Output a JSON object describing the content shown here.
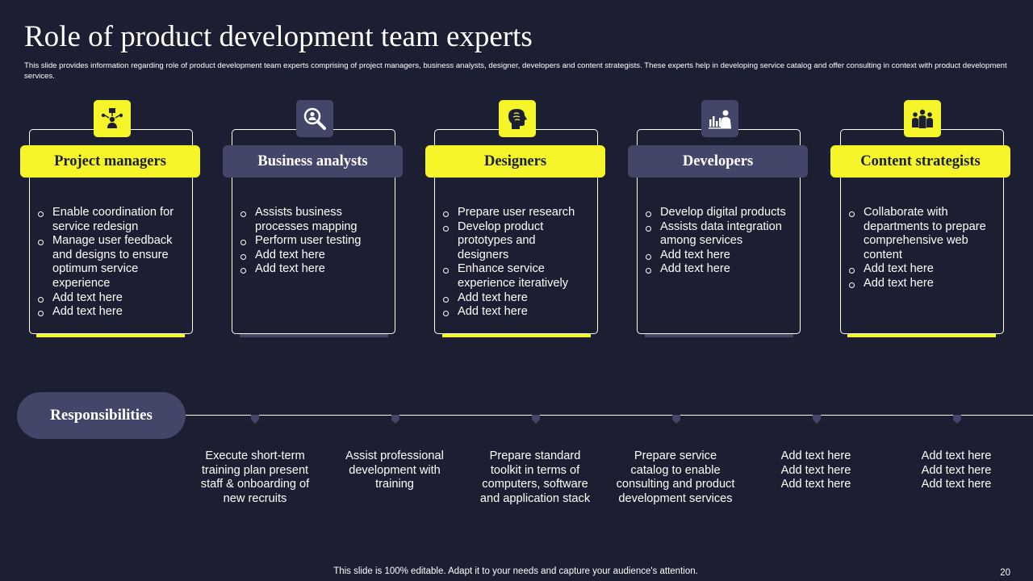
{
  "title": "Role of product development team experts",
  "subtitle": "This slide provides information regarding role of product development team experts comprising of project managers, business analysts, designer, developers and content strategists. These experts help in developing service catalog and offer consulting in context with product development services.",
  "colors": {
    "background": "#1c1e31",
    "yellow": "#f5f52a",
    "purple": "#434669"
  },
  "roles": [
    {
      "name": "Project managers",
      "icon": "manager-network-icon",
      "style": "yellow",
      "bullets": [
        "Enable coordination for service redesign",
        "Manage user feedback and designs to ensure optimum service experience",
        "Add text here",
        "Add text here"
      ]
    },
    {
      "name": "Business analysts",
      "icon": "magnifier-person-icon",
      "style": "purple",
      "bullets": [
        "Assists business processes mapping",
        "Perform user testing",
        "Add text here",
        "Add text here"
      ]
    },
    {
      "name": "Designers",
      "icon": "creative-head-icon",
      "style": "yellow",
      "bullets": [
        "Prepare user research",
        "Develop product prototypes and designers",
        "Enhance service experience iteratively",
        "Add text here",
        "Add text here"
      ]
    },
    {
      "name": "Developers",
      "icon": "presenter-chart-icon",
      "style": "purple",
      "bullets": [
        "Develop digital products",
        "Assists data integration among services",
        "Add text here",
        "Add text here"
      ]
    },
    {
      "name": "Content strategists",
      "icon": "team-group-icon",
      "style": "yellow",
      "bullets": [
        "Collaborate with departments to prepare comprehensive web content",
        "Add text here",
        "Add text here"
      ]
    }
  ],
  "responsibilities": {
    "label": "Responsibilities",
    "items": [
      "Execute short-term training plan present staff & onboarding of new recruits",
      "Assist professional development with training",
      "Prepare standard toolkit in terms of computers, software and application stack",
      "Prepare service catalog to enable consulting and product development services",
      "Add text here Add text here Add text here",
      "Add text here Add text here Add text here"
    ]
  },
  "footer": "This slide is 100% editable. Adapt it to your needs and capture your audience's attention.",
  "page_number": "20"
}
